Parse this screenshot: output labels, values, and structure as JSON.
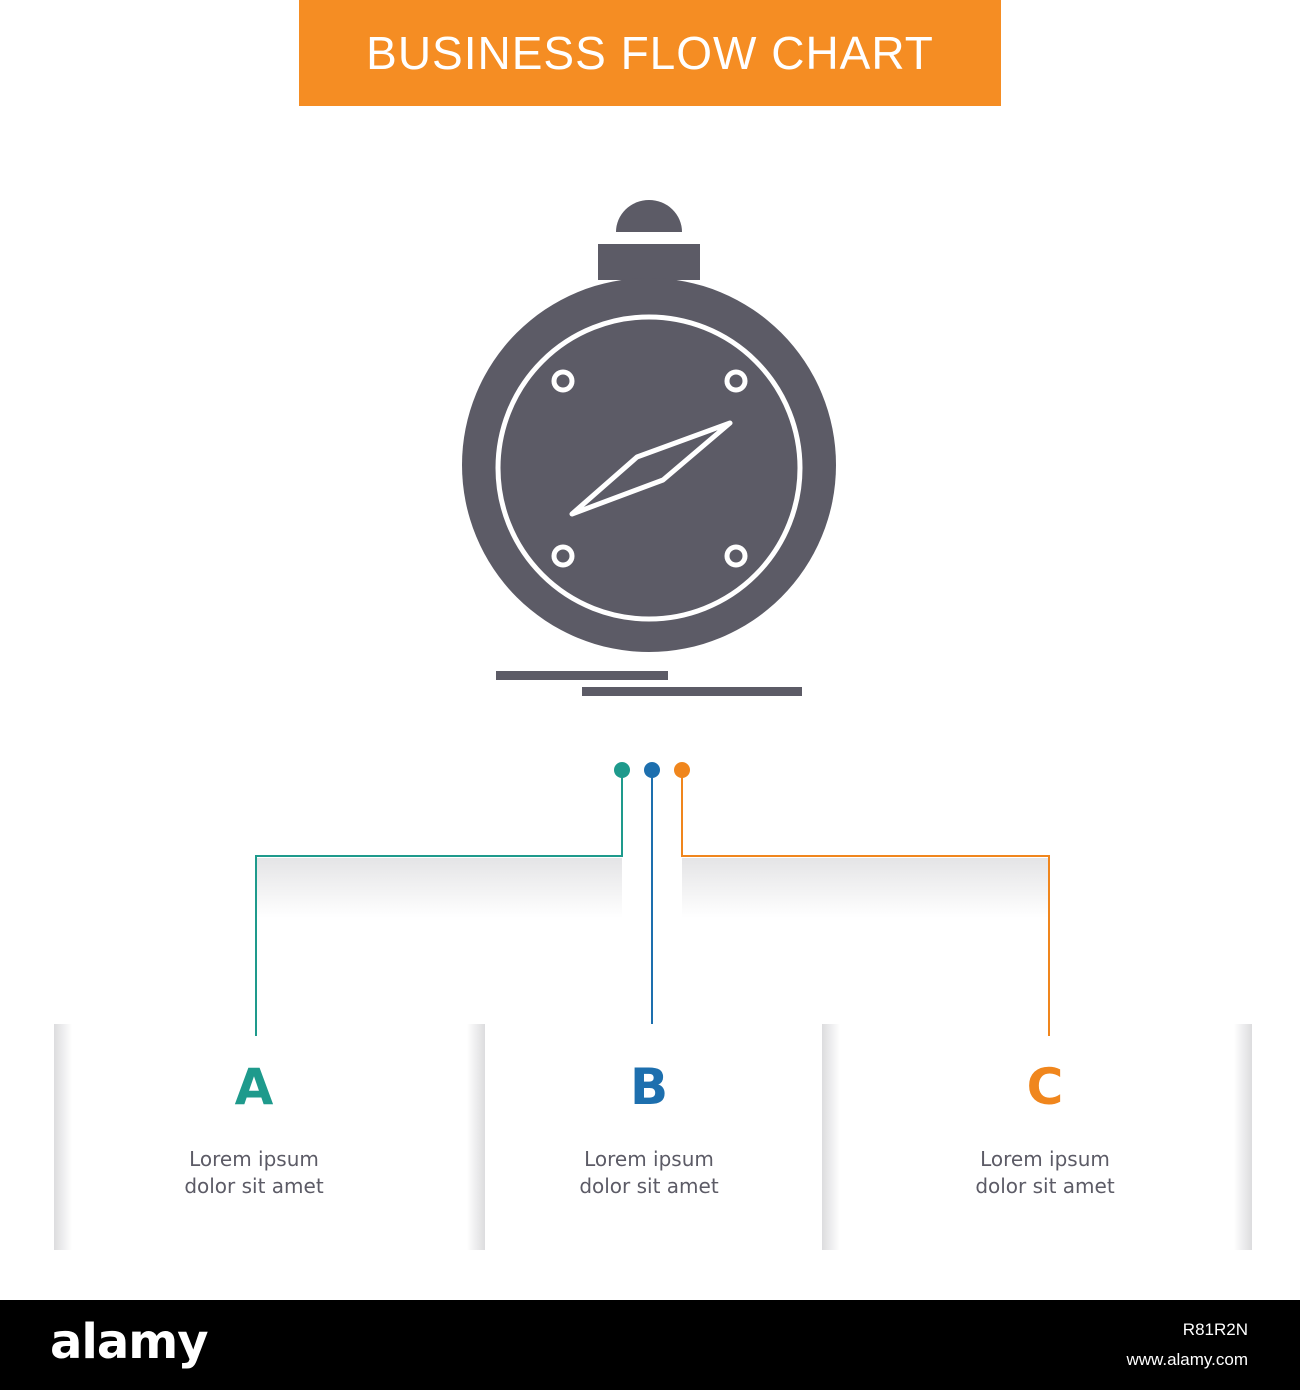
{
  "header": {
    "title": "BUSINESS FLOW CHART",
    "banner_color": "#f58d23"
  },
  "icon": {
    "name": "compass-icon",
    "color": "#5c5b66"
  },
  "branches": [
    {
      "letter": "A",
      "line1": "Lorem ipsum",
      "line2": "dolor sit amet",
      "color": "#1e9a8c"
    },
    {
      "letter": "B",
      "line1": "Lorem ipsum",
      "line2": "dolor sit amet",
      "color": "#1d6fae"
    },
    {
      "letter": "C",
      "line1": "Lorem ipsum",
      "line2": "dolor sit amet",
      "color": "#f0861d"
    }
  ],
  "footer": {
    "logo": "alamy",
    "image_id": "R81R2N",
    "url": "www.alamy.com"
  }
}
